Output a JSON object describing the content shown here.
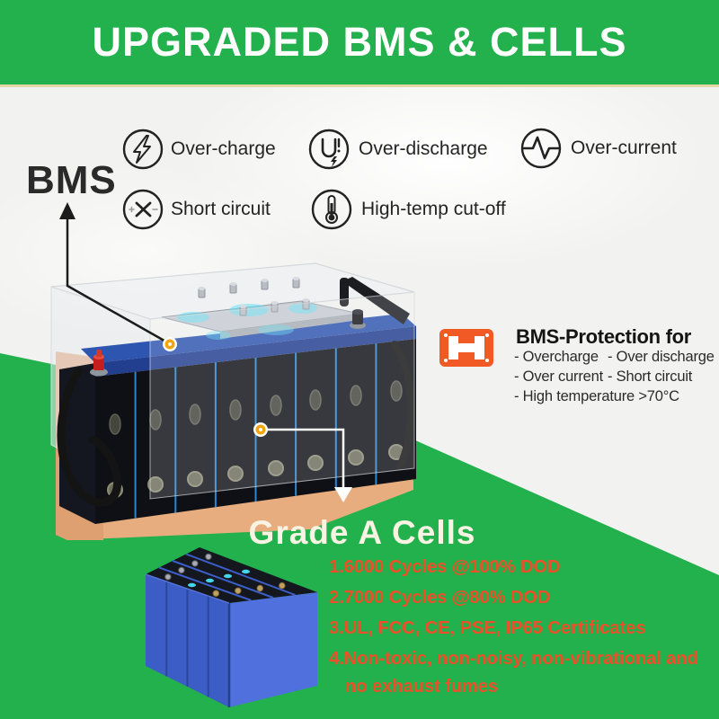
{
  "banner": {
    "title": "UPGRADED BMS & CELLS"
  },
  "bms_label": "BMS",
  "protections": [
    {
      "icon": "overcharge-bolt-icon",
      "label": "Over-charge"
    },
    {
      "icon": "overdischarge-icon",
      "label": "Over-discharge"
    },
    {
      "icon": "overcurrent-pulse-icon",
      "label": "Over-current"
    },
    {
      "icon": "short-circuit-icon",
      "label": "Short circuit"
    },
    {
      "icon": "high-temp-icon",
      "label": "High-temp cut-off"
    }
  ],
  "bms_panel": {
    "heading": "BMS-Protection for",
    "col1": [
      "- Overcharge",
      "- Over current",
      "- High temperature >70°C"
    ],
    "col2": [
      "- Over discharge",
      "- Short circuit"
    ]
  },
  "cells_section": {
    "heading": "Grade A Cells",
    "bullets": [
      "1.6000 Cycles @100% DOD",
      "2.7000 Cycles @80% DOD",
      "3.UL, FCC, CE, PSE, IP65 Certificates",
      "4.Non-toxic, non-noisy, non-vibrational and",
      "no exhaust fumes"
    ]
  },
  "colors": {
    "green": "#22b14c",
    "banner_underline": "#e7d6a6",
    "orange_chip": "#f15a25",
    "bullet_red": "#ee4f28",
    "grade_text": "#faf3e3",
    "tan_base": "#e8ad7e",
    "cell_blue": "#3c5cc6",
    "marker_yellow": "#f3a40c"
  }
}
